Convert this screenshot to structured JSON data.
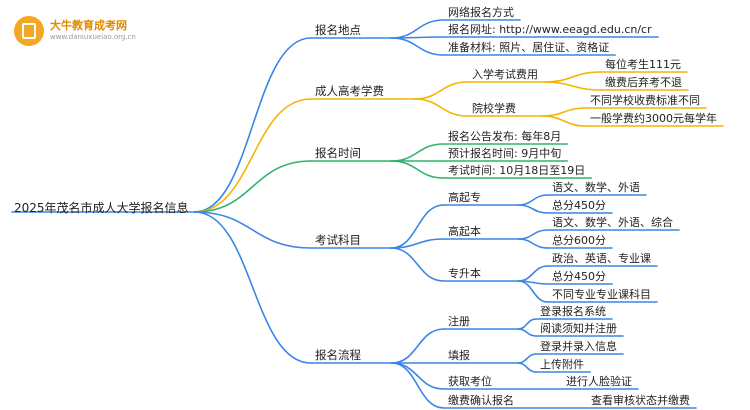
{
  "logo": {
    "title": "大牛教育成考网",
    "url": "www.daniuxueiao.org.cn",
    "icon": "book-icon"
  },
  "mindmap": {
    "root": "2025年茂名市成人大学报名信息",
    "branches": [
      {
        "label": "报名地点",
        "color": "#3a86e8",
        "children": [
          {
            "label": "网络报名方式"
          },
          {
            "label": "报名网址: http://www.eeagd.edu.cn/cr"
          },
          {
            "label": "准备材料: 照片、居住证、资格证"
          }
        ]
      },
      {
        "label": "成人高考学费",
        "color": "#f5b400",
        "children": [
          {
            "label": "入学考试费用",
            "children": [
              "每位考生111元",
              "缴费后弃考不退"
            ]
          },
          {
            "label": "院校学费",
            "children": [
              "不同学校收费标准不同",
              "一般学费约3000元每学年"
            ]
          }
        ]
      },
      {
        "label": "报名时间",
        "color": "#2fb36f",
        "children": [
          {
            "label": "报名公告发布: 每年8月"
          },
          {
            "label": "预计报名时间: 9月中旬"
          },
          {
            "label": "考试时间: 10月18日至19日"
          }
        ]
      },
      {
        "label": "考试科目",
        "color": "#3a86e8",
        "children": [
          {
            "label": "高起专",
            "children": [
              "语文、数学、外语",
              "总分450分"
            ]
          },
          {
            "label": "高起本",
            "children": [
              "语文、数学、外语、综合",
              "总分600分"
            ]
          },
          {
            "label": "专升本",
            "children": [
              "政治、英语、专业课",
              "总分450分",
              "不同专业专业课科目"
            ]
          }
        ]
      },
      {
        "label": "报名流程",
        "color": "#3a86e8",
        "children": [
          {
            "label": "注册",
            "children": [
              "登录报名系统",
              "阅读须知并注册"
            ]
          },
          {
            "label": "填报",
            "children": [
              "登录并录入信息",
              "上传附件"
            ]
          },
          {
            "label": "获取考位",
            "children": [
              "进行人脸验证"
            ]
          },
          {
            "label": "缴费确认报名",
            "children": [
              "查看审核状态并缴费"
            ]
          }
        ]
      }
    ]
  }
}
